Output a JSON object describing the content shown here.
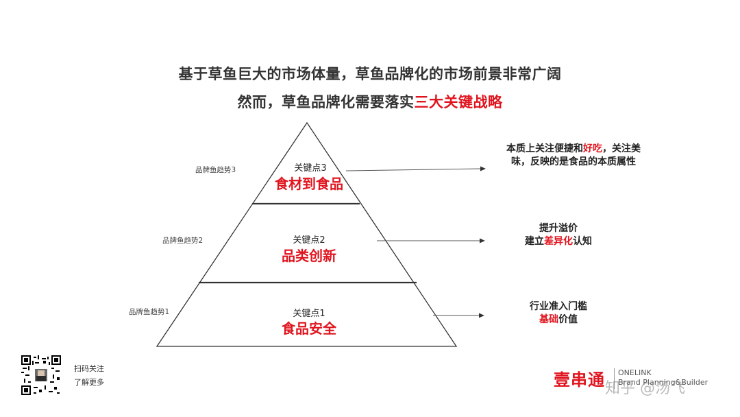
{
  "header": {
    "line1": "基于草鱼巨大的市场体量，草鱼品牌化的市场前景非常广阔",
    "line2_prefix": "然而，草鱼品牌化需要落实",
    "line2_highlight": "三大关键战略"
  },
  "pyramid": {
    "levels": [
      {
        "side_label": "品牌鱼趋势3",
        "key_label": "关键点3",
        "key_title": "食材到食品",
        "note_line1_pre": "本质上关注便捷和",
        "note_line1_hl": "好吃",
        "note_line1_post": "，关注美",
        "note_line2": "味，反映的是食品的本质属性"
      },
      {
        "side_label": "品牌鱼趋势2",
        "key_label": "关键点2",
        "key_title": "品类创新",
        "note_line1": "提升溢价",
        "note_line2_pre": "建立",
        "note_line2_hl": "差异化",
        "note_line2_post": "认知"
      },
      {
        "side_label": "品牌鱼趋势1",
        "key_label": "关键点1",
        "key_title": "食品安全",
        "note_line1": "行业准入门槛",
        "note_line2_hl": "基础",
        "note_line2_post": "价值"
      }
    ]
  },
  "footer": {
    "qr_line1": "扫码关注",
    "qr_line2": "了解更多",
    "brand_cn": "壹串通",
    "brand_en_line1": "ONELINK",
    "brand_en_line2": "Brand Planning&Builder",
    "watermark": "知乎 @汤飞"
  },
  "colors": {
    "accent": "#e0141e",
    "text": "#222222"
  }
}
